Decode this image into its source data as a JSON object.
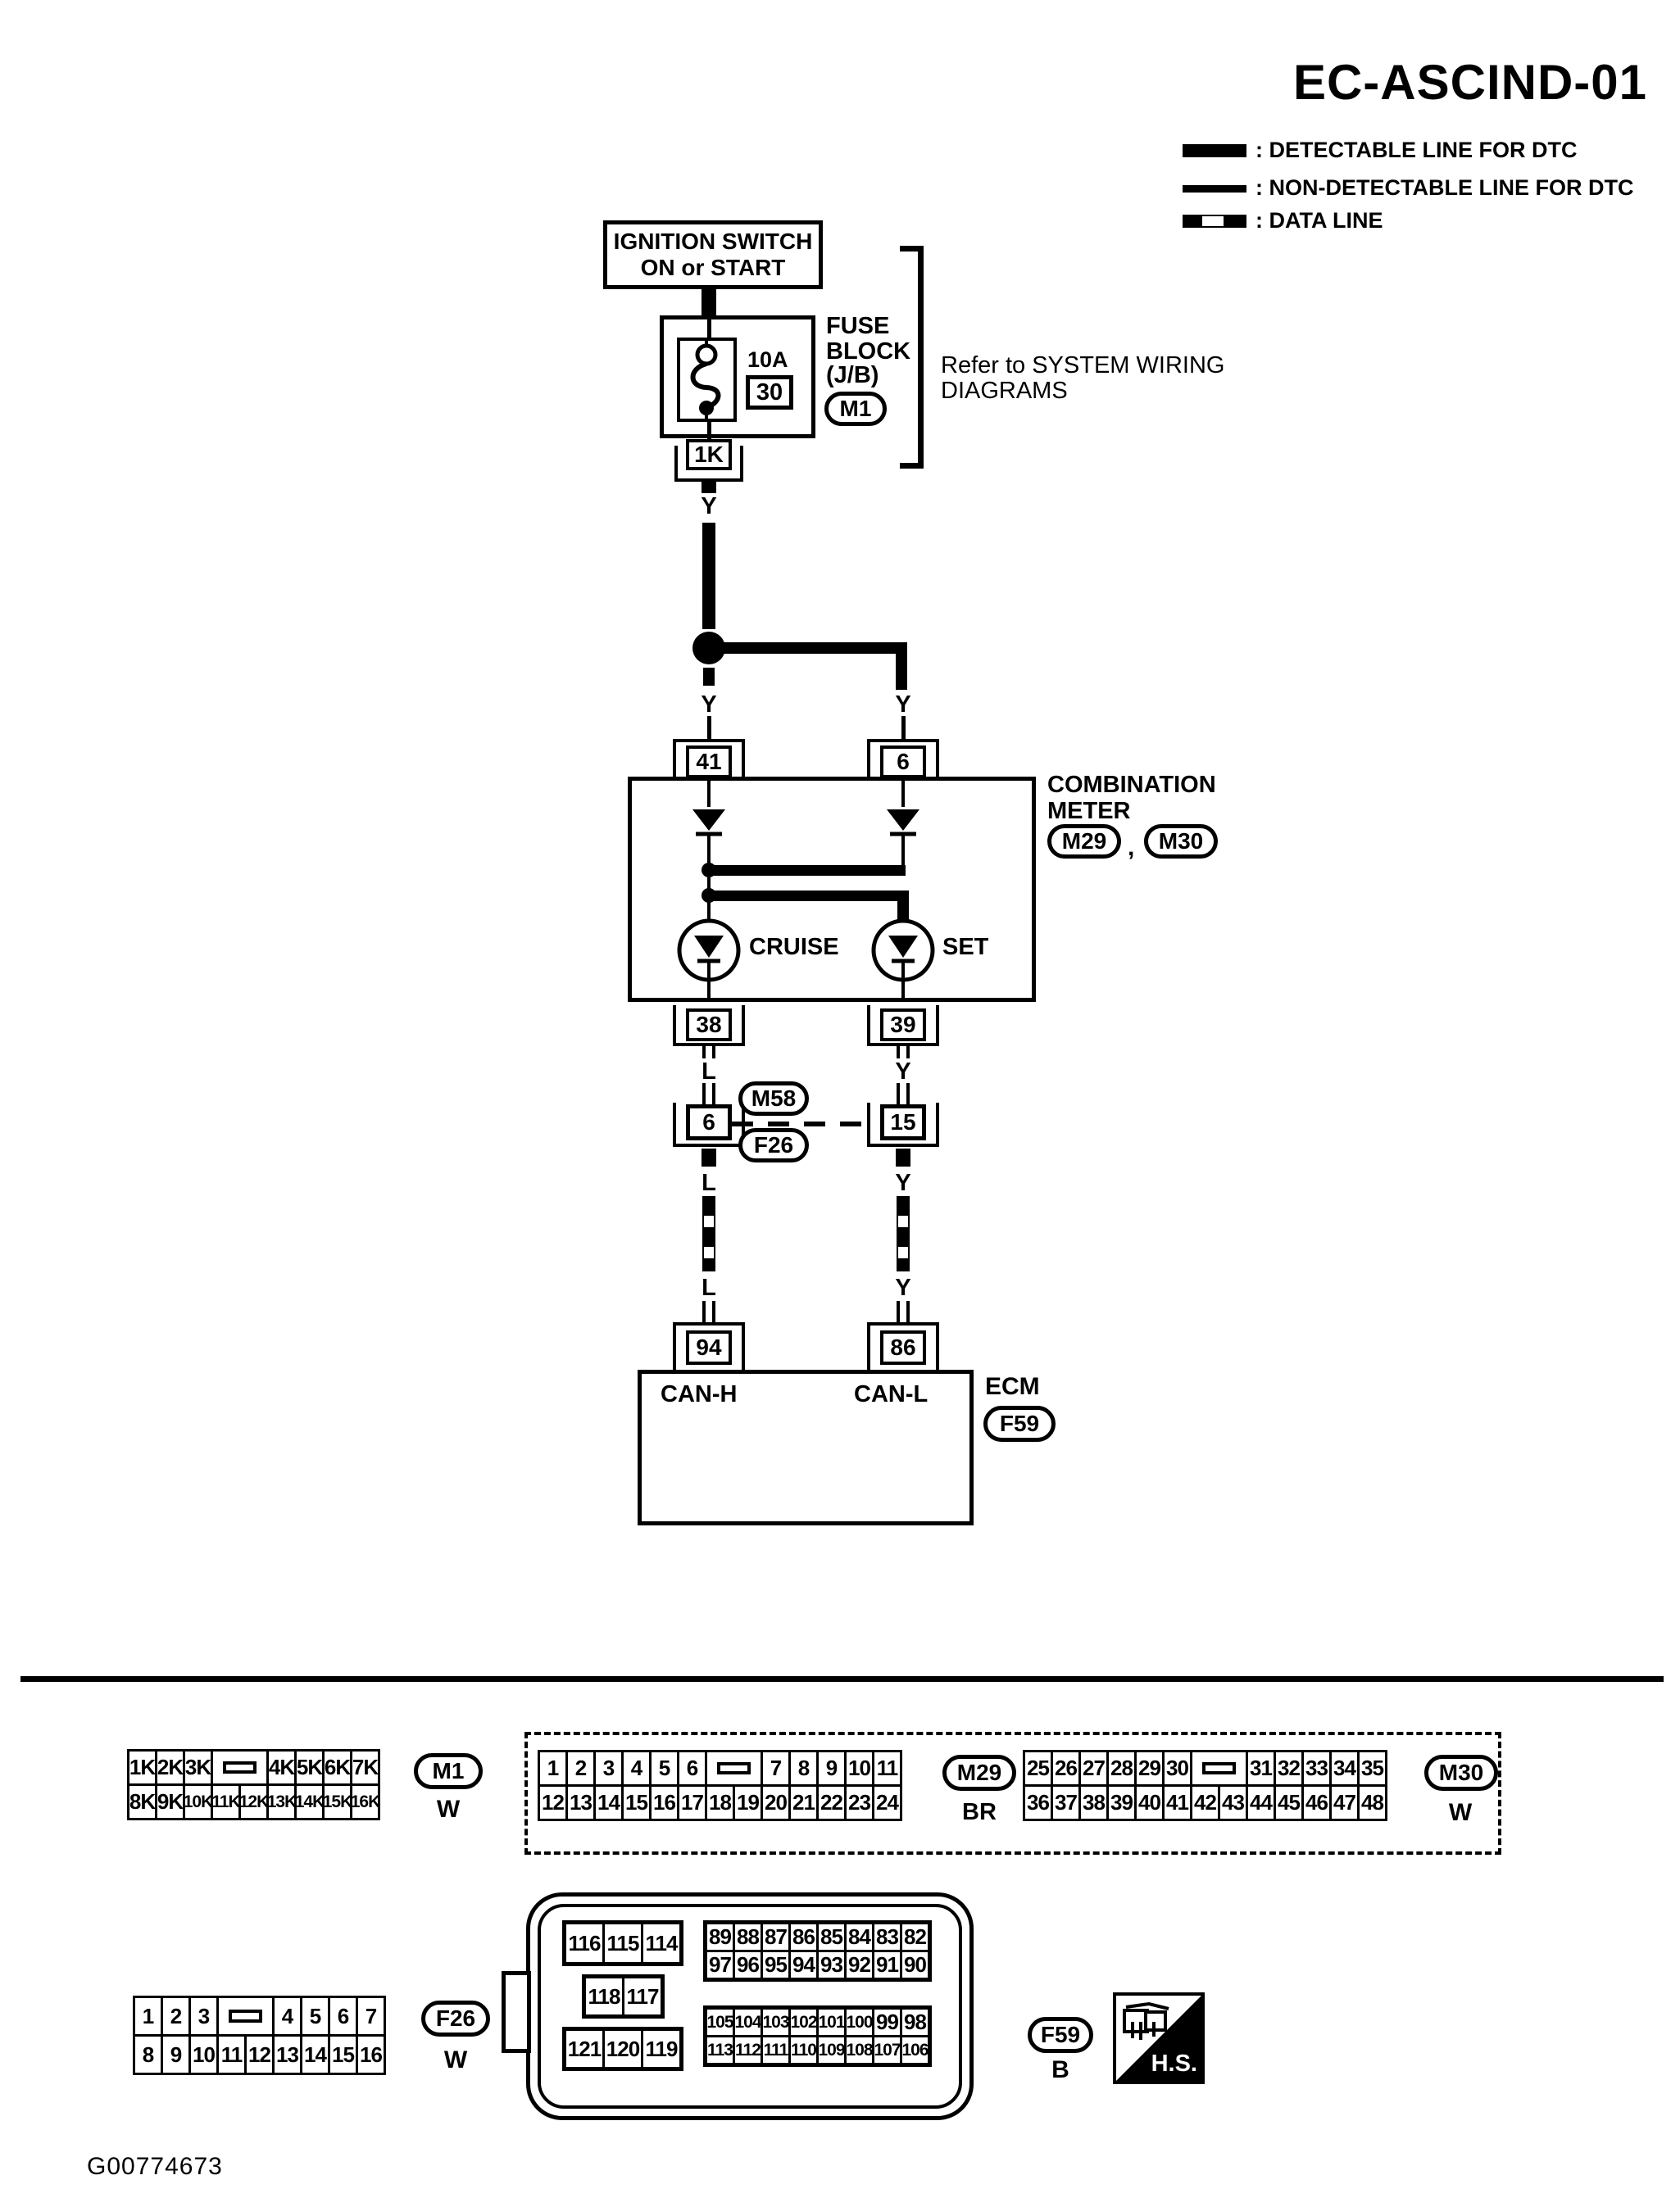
{
  "title": "EC-ASCIND-01",
  "legend": {
    "detectable": ": DETECTABLE LINE FOR DTC",
    "non_detectable": ": NON-DETECTABLE LINE FOR DTC",
    "data_line": ": DATA LINE"
  },
  "diagram": {
    "ignition": {
      "line1": "IGNITION SWITCH",
      "line2": "ON or START"
    },
    "fuse_block": {
      "amp": "10A",
      "fuse_no": "30",
      "name1": "FUSE",
      "name2": "BLOCK",
      "name3": "(J/B)",
      "connector": "M1",
      "pin": "1K"
    },
    "refer_note": {
      "line1": "Refer to SYSTEM WIRING",
      "line2": "DIAGRAMS"
    },
    "wires": {
      "y_below_1k": "Y",
      "y_above_41": "Y",
      "y_above_6": "Y",
      "l_below_38": "L",
      "y_below_39": "Y",
      "l_below_6": "L",
      "y_below_15": "Y",
      "l_above_94": "L",
      "y_above_86": "Y"
    },
    "meter": {
      "pin_41": "41",
      "pin_6": "6",
      "name1": "COMBINATION",
      "name2": "METER",
      "conn1": "M29",
      "comma": ",",
      "conn2": "M30",
      "lamp_cruise": "CRUISE",
      "lamp_set": "SET",
      "pin_38": "38",
      "pin_39": "39"
    },
    "inline_connector": {
      "pin_left": "6",
      "pin_right": "15",
      "label_top": "M58",
      "label_bottom": "F26"
    },
    "ecm": {
      "pin_94": "94",
      "pin_86": "86",
      "sig_left": "CAN-H",
      "sig_right": "CAN-L",
      "name": "ECM",
      "connector": "F59"
    }
  },
  "connectors": {
    "m1": {
      "label": "M1",
      "color": "W",
      "rows": [
        [
          "1K",
          "2K",
          "3K",
          "*",
          "4K",
          "5K",
          "6K",
          "7K"
        ],
        [
          "8K",
          "9K",
          "10K",
          "11K",
          "12K",
          "13K",
          "14K",
          "15K",
          "16K"
        ]
      ]
    },
    "m29": {
      "label": "M29",
      "color": "BR",
      "rows": [
        [
          "1",
          "2",
          "3",
          "4",
          "5",
          "6",
          "*",
          "7",
          "8",
          "9",
          "10",
          "11"
        ],
        [
          "12",
          "13",
          "14",
          "15",
          "16",
          "17",
          "18",
          "19",
          "20",
          "21",
          "22",
          "23",
          "24"
        ]
      ]
    },
    "m30": {
      "label": "M30",
      "color": "W",
      "rows": [
        [
          "25",
          "26",
          "27",
          "28",
          "29",
          "30",
          "*",
          "31",
          "32",
          "33",
          "34",
          "35"
        ],
        [
          "36",
          "37",
          "38",
          "39",
          "40",
          "41",
          "42",
          "43",
          "44",
          "45",
          "46",
          "47",
          "48"
        ]
      ]
    },
    "f26": {
      "label": "F26",
      "color": "W",
      "rows": [
        [
          "1",
          "2",
          "3",
          "*",
          "4",
          "5",
          "6",
          "7"
        ],
        [
          "8",
          "9",
          "10",
          "11",
          "12",
          "13",
          "14",
          "15",
          "16"
        ]
      ]
    },
    "f59": {
      "label": "F59",
      "color": "B",
      "hs": "H.S.",
      "g1": [
        [
          "116",
          "115",
          "114"
        ]
      ],
      "g2": [
        [
          "118",
          "117"
        ]
      ],
      "g3": [
        [
          "121",
          "120",
          "119"
        ]
      ],
      "g4": [
        [
          "89",
          "88",
          "87",
          "86",
          "85",
          "84",
          "83",
          "82"
        ],
        [
          "97",
          "96",
          "95",
          "94",
          "93",
          "92",
          "91",
          "90"
        ]
      ],
      "g5": [
        [
          "105",
          "104",
          "103",
          "102",
          "101",
          "100",
          "99",
          "98"
        ],
        [
          "113",
          "112",
          "111",
          "110",
          "109",
          "108",
          "107",
          "106"
        ]
      ]
    }
  },
  "footer": {
    "code": "G00774673"
  }
}
